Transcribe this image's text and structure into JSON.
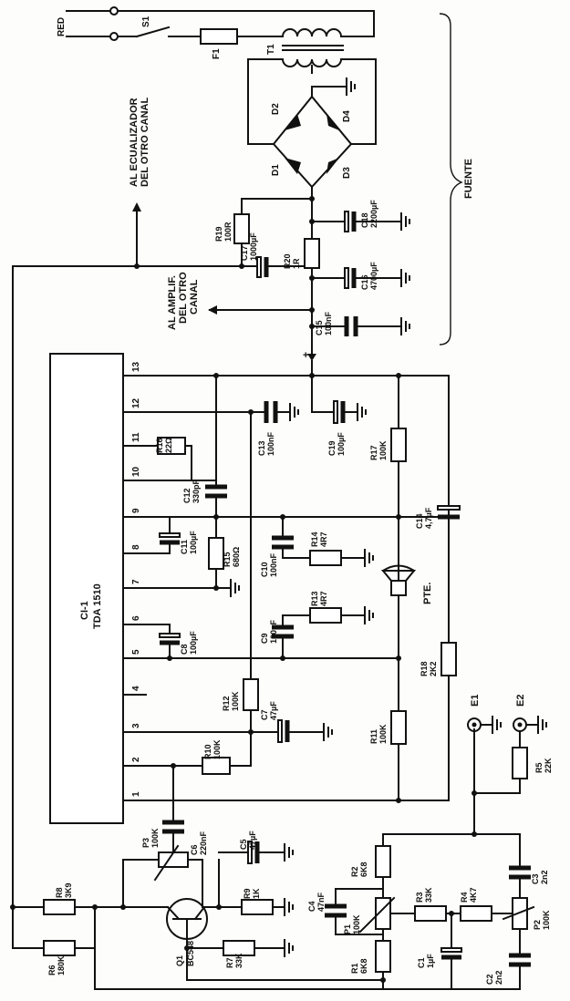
{
  "labels": {
    "red": "RED",
    "s1": "S1",
    "f1": "F1",
    "t1": "T1",
    "d1": "D1",
    "d2": "D2",
    "d3": "D3",
    "d4": "D4",
    "fuente": "FUENTE",
    "ecualizador_1": "AL ECUALIZADOR",
    "ecualizador_2": "DEL OTRO CANAL",
    "amplif_1": "AL AMPLIF.",
    "amplif_2": "DEL OTRO",
    "amplif_3": "CANAL",
    "plus": "+",
    "ci_name": "CI-1",
    "ci_part": "TDA 1510",
    "pte": "PTE.",
    "e1": "E1",
    "e2": "E2"
  },
  "pins": [
    "13",
    "12",
    "11",
    "10",
    "9",
    "8",
    "7",
    "6",
    "5",
    "4",
    "3",
    "2",
    "1"
  ],
  "components": {
    "r19": {
      "ref": "R19",
      "value": "100R"
    },
    "c17": {
      "ref": "C17",
      "value": "1000µF"
    },
    "r20": {
      "ref": "R20",
      "value": "1R"
    },
    "c18": {
      "ref": "C18",
      "value": "2200µF"
    },
    "c16": {
      "ref": "C16",
      "value": "4700µF"
    },
    "c15": {
      "ref": "C15",
      "value": "100nF"
    },
    "r16": {
      "ref": "R16",
      "value": "22Ω"
    },
    "c13": {
      "ref": "C13",
      "value": "100nF"
    },
    "c19": {
      "ref": "C19",
      "value": "100µF"
    },
    "r17": {
      "ref": "R17",
      "value": "100K"
    },
    "c12": {
      "ref": "C12",
      "value": "330pF"
    },
    "c11": {
      "ref": "C11",
      "value": "100µF"
    },
    "r15": {
      "ref": "R15",
      "value": "680Ω"
    },
    "c10": {
      "ref": "C10",
      "value": "100nF"
    },
    "r14": {
      "ref": "R14",
      "value": "4R7"
    },
    "c14": {
      "ref": "C14",
      "value": "4,7µF"
    },
    "c8": {
      "ref": "C8",
      "value": "100µF"
    },
    "c9": {
      "ref": "C9",
      "value": "100nF"
    },
    "r13": {
      "ref": "R13",
      "value": "4R7"
    },
    "r12": {
      "ref": "R12",
      "value": "100K"
    },
    "c7": {
      "ref": "C7",
      "value": "47µF"
    },
    "r18": {
      "ref": "R18",
      "value": "2K2"
    },
    "r11": {
      "ref": "R11",
      "value": "100K"
    },
    "r10": {
      "ref": "R10",
      "value": "100K"
    },
    "c6": {
      "ref": "C6",
      "value": "220nF"
    },
    "p3": {
      "ref": "P3",
      "value": "100K"
    },
    "c5": {
      "ref": "C5",
      "value": "47µF"
    },
    "r5": {
      "ref": "R5",
      "value": "22K"
    },
    "r8": {
      "ref": "R8",
      "value": "3K9"
    },
    "r9": {
      "ref": "R9",
      "value": "1K"
    },
    "q1": {
      "ref": "Q1",
      "value": "BC548"
    },
    "r6": {
      "ref": "R6",
      "value": "180K"
    },
    "r7": {
      "ref": "R7",
      "value": "33K"
    },
    "c4": {
      "ref": "C4",
      "value": "47nF"
    },
    "r2": {
      "ref": "R2",
      "value": "6K8"
    },
    "c3": {
      "ref": "C3",
      "value": "2n2"
    },
    "p1": {
      "ref": "P1",
      "value": "100K"
    },
    "r3": {
      "ref": "R3",
      "value": "33K"
    },
    "r4": {
      "ref": "R4",
      "value": "4K7"
    },
    "p2": {
      "ref": "P2",
      "value": "100K"
    },
    "r1": {
      "ref": "R1",
      "value": "6K8"
    },
    "c1": {
      "ref": "C1",
      "value": "1µF"
    },
    "c2": {
      "ref": "C2",
      "value": "2n2"
    }
  }
}
